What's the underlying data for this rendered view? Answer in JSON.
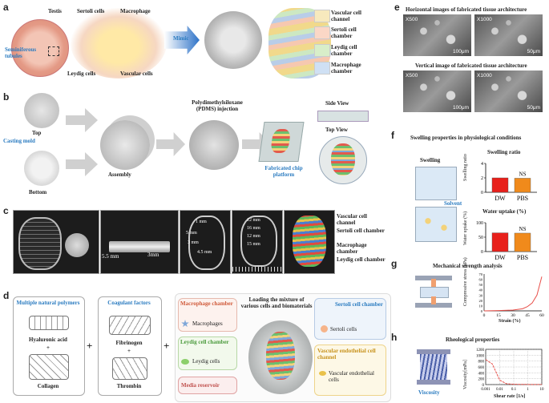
{
  "panels": {
    "a": "a",
    "b": "b",
    "c": "c",
    "d": "d",
    "e": "e",
    "f": "f",
    "g": "g",
    "h": "h"
  },
  "a": {
    "testis": "Testis",
    "seminiferous": "Seminiferous tubules",
    "sertoli": "Sertoli cells",
    "macrophage": "Macrophage",
    "leydig": "Leydig cells",
    "vascular": "Vascular cells",
    "mimic": "Mimic",
    "chambers": [
      "Vascular cell channel",
      "Sertoli cell chamber",
      "Leydig cell chamber",
      "Macrophage chamber"
    ]
  },
  "b": {
    "top": "Top",
    "casting": "Casting mold",
    "bottom": "Bottom",
    "assembly": "Assembly",
    "pdms": "Polydimethylsiloxane (PDMS) injection",
    "fabricated": "Fabricated chip platform",
    "side": "Side View",
    "topview": "Top View"
  },
  "c": {
    "dim1": "5.5 mm",
    "dim2": "3mm",
    "dims": [
      "1 mm",
      "5 mm",
      "3 mm",
      "4.5 mm",
      "12 mm",
      "16 mm",
      "12 mm",
      "15 mm"
    ],
    "labels": [
      "Vascular cell channel",
      "Sertoli cell chamber",
      "Macrophage chamber",
      "Leydig cell chamber"
    ]
  },
  "d": {
    "poly_title": "Multiple natural polymers",
    "hya": "Hyaluronic acid",
    "plus": "+",
    "collagen": "Collagen",
    "coag_title": "Coagulant factors",
    "fib": "Fibrinogen",
    "thrombin": "Thrombin",
    "mac_ch": "Macrophage chamber",
    "mac": "Macrophages",
    "ley_ch": "Leydig cell chamber",
    "ley": "Leydig cells",
    "media": "Media reservoir",
    "loading": "Loading the mixture of various cells and biomaterials",
    "ser_ch": "Sertoli cell chamber",
    "ser": "Sertoli cells",
    "vas_ch": "Vascular endothelial cell channel",
    "vas": "Vascular endothelial cells"
  },
  "e": {
    "h_title": "Horizontal images of fabricated tissue architecture",
    "v_title": "Vertical image of fabricated tissue architecture",
    "imgs": [
      {
        "mag": "X500",
        "bar": "100μm"
      },
      {
        "mag": "X1000",
        "bar": "50μm"
      },
      {
        "mag": "X500",
        "bar": "100μm"
      },
      {
        "mag": "X1000",
        "bar": "50μm"
      }
    ]
  },
  "f": {
    "title": "Swelling properties in physiological conditions",
    "swelling": "Swelling",
    "solvent": "Solvent",
    "ratio_title": "Swelling ratio",
    "ratio_ylabel": "Swelling ratio",
    "uptake_title": "Water uptake (%)",
    "uptake_ylabel": "Water uptake (%)",
    "ns": "NS",
    "cats": [
      "DW",
      "PBS"
    ]
  },
  "g": {
    "title": "Mechanical strength analysis",
    "ylabel": "Compressive stress (kPa)",
    "xlabel": "Strain (%)"
  },
  "h": {
    "title": "Rheological properties",
    "viscosity": "Viscosity",
    "ylabel": "Viscosity[mPa]",
    "xlabel": "Shear rate [1/s]"
  },
  "chart_data": [
    {
      "type": "bar",
      "title": "Swelling ratio",
      "categories": [
        "DW",
        "PBS"
      ],
      "values": [
        2.0,
        1.95
      ],
      "ylabel": "Swelling ratio",
      "ylim": [
        0,
        4
      ],
      "yticks": [
        0,
        2,
        4
      ],
      "annotation": "NS",
      "colors": [
        "#e8201b",
        "#f08a1b"
      ]
    },
    {
      "type": "bar",
      "title": "Water uptake (%)",
      "categories": [
        "DW",
        "PBS"
      ],
      "values": [
        65,
        64
      ],
      "ylabel": "Water uptake (%)",
      "ylim": [
        0,
        100
      ],
      "yticks": [
        0,
        50,
        100
      ],
      "annotation": "NS",
      "colors": [
        "#e8201b",
        "#f08a1b"
      ]
    },
    {
      "type": "line",
      "x": [
        0,
        15,
        30,
        40,
        45,
        50,
        55,
        60
      ],
      "y": [
        0,
        0.5,
        1.5,
        4,
        8,
        15,
        30,
        65
      ],
      "xlabel": "Strain (%)",
      "ylabel": "Compressive stress (kPa)",
      "xticks": [
        0,
        15,
        30,
        45,
        60
      ],
      "yticks": [
        0,
        10,
        20,
        30,
        40,
        50,
        60,
        70
      ],
      "xlim": [
        0,
        60
      ],
      "ylim": [
        0,
        70
      ],
      "color": "#e8504a"
    },
    {
      "type": "line",
      "x": [
        0.001,
        0.003,
        0.01,
        0.03,
        0.1,
        1,
        10
      ],
      "y": [
        850,
        700,
        150,
        30,
        10,
        5,
        5
      ],
      "xlabel": "Shear rate [1/s]",
      "ylabel": "Viscosity[mPa]",
      "xticks": [
        "0.001",
        "0.01",
        "0.1",
        "1",
        "10"
      ],
      "yticks": [
        0,
        200,
        400,
        600,
        800,
        1000,
        1200
      ],
      "ylim": [
        0,
        1200
      ],
      "color": "#e8504a"
    }
  ]
}
